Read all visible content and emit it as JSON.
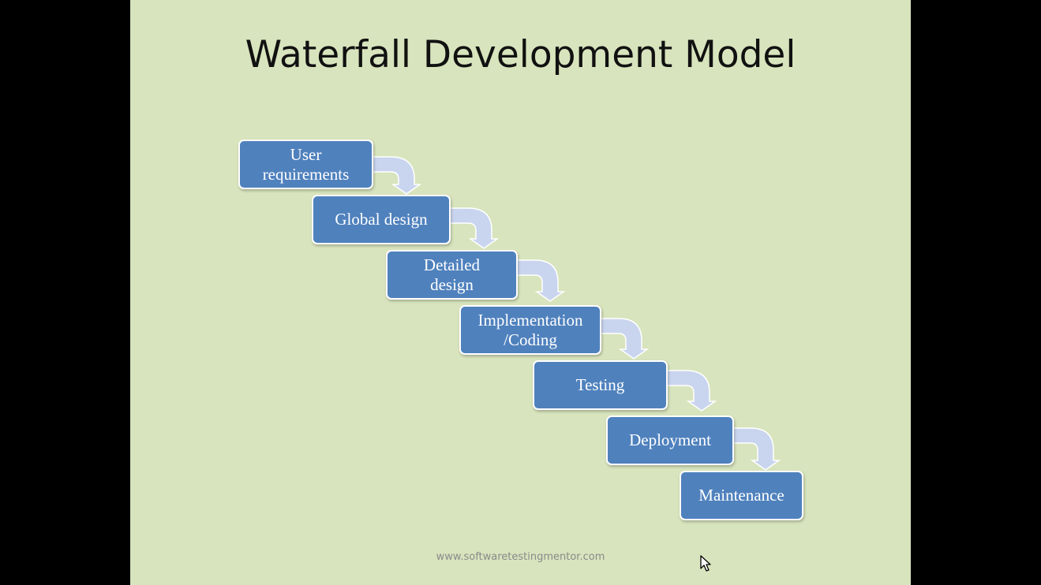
{
  "slide": {
    "title": "Waterfall Development Model",
    "footer": "www.softwaretestingmentor.com"
  },
  "steps": [
    {
      "line1": "User",
      "line2": "requirements"
    },
    {
      "line1": "Global design",
      "line2": ""
    },
    {
      "line1": "Detailed",
      "line2": "design"
    },
    {
      "line1": "Implementation",
      "line2": "/Coding"
    },
    {
      "line1": "Testing",
      "line2": ""
    },
    {
      "line1": "Deployment",
      "line2": ""
    },
    {
      "line1": "Maintenance",
      "line2": ""
    }
  ],
  "colors": {
    "background": "#d8e4bd",
    "box": "#4f81bd",
    "arrow": "#c9d5ee"
  },
  "icons": {
    "cursor": "mouse-pointer-icon",
    "connector": "bent-down-arrow-icon"
  }
}
